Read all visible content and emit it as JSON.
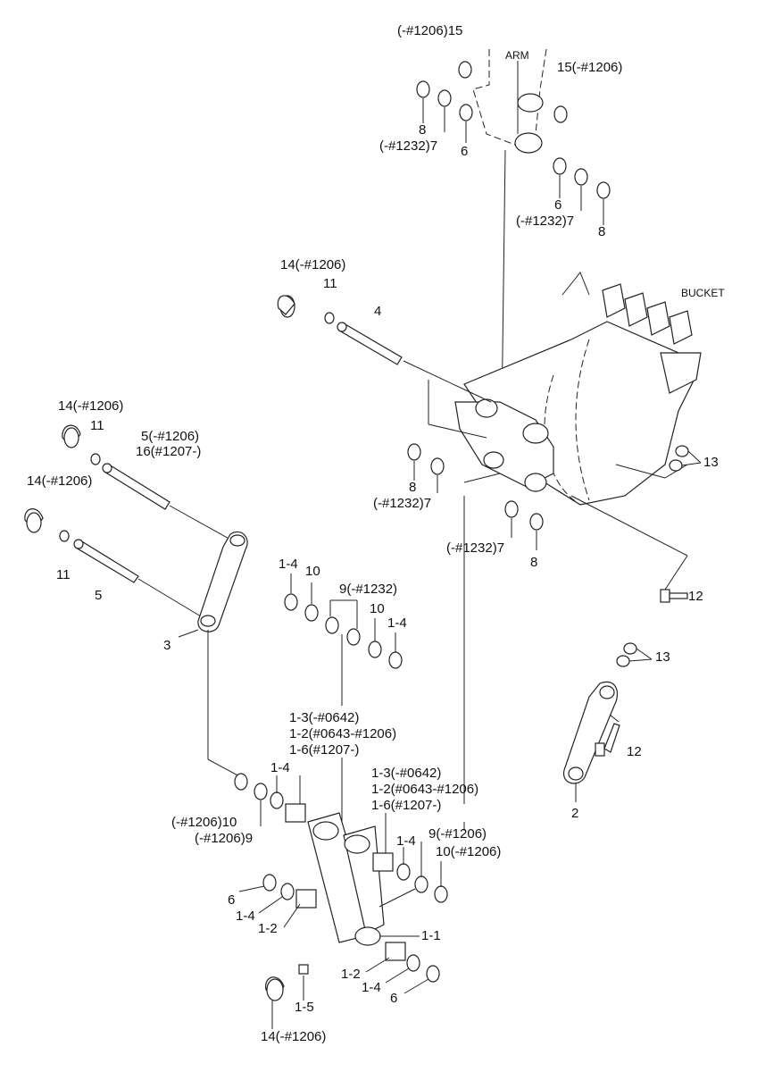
{
  "labels": {
    "arm": "ARM",
    "bucket": "BUCKET",
    "l_15_left": "(-#1206)15",
    "l_15_right": "15(-#1206)",
    "l_8_top": "8",
    "l_7_top": "(-#1232)7",
    "l_6_top": "6",
    "l_6_right": "6",
    "l_7_right": "(-#1232)7",
    "l_8_right": "8",
    "l_14_a": "14(-#1206)",
    "l_11_a": "11",
    "l_4": "4",
    "l_14_b": "14(-#1206)",
    "l_11_b": "11",
    "l_5_range": "5(-#1206)",
    "l_16": "16(#1207-)",
    "l_14_c": "14(-#1206)",
    "l_11_c": "11",
    "l_5": "5",
    "l_3": "3",
    "l_8_mid": "8",
    "l_7_mid": "(-#1232)7",
    "l_7_mid2": "(-#1232)7",
    "l_8_mid2": "8",
    "l_13_top": "13",
    "l_12_top": "12",
    "l_1_4_a": "1-4",
    "l_10_a": "10",
    "l_9_1232": "9(-#1232)",
    "l_10_b": "10",
    "l_1_4_b": "1-4",
    "l_1_3_a": "1-3(-#0642)",
    "l_1_2_a": "1-2(#0643-#1206)",
    "l_1_6_a": "1-6(#1207-)",
    "l_13_bot": "13",
    "l_12_bot": "12",
    "l_2": "2",
    "l_1_4_c": "1-4",
    "l_1_3_b": "1-3(-#0642)",
    "l_1_2_b": "1-2(#0643-#1206)",
    "l_1_6_b": "1-6(#1207-)",
    "l_10_1206": "(-#1206)10",
    "l_9_1206": "(-#1206)9",
    "l_1_4_d": "1-4",
    "l_9_1206_r": "9(-#1206)",
    "l_10_1206_r": "10(-#1206)",
    "l_6_bl": "6",
    "l_1_4_e": "1-4",
    "l_1_2_c": "1-2",
    "l_1_1": "1-1",
    "l_1_2_d": "1-2",
    "l_1_4_f": "1-4",
    "l_6_br": "6",
    "l_1_5": "1-5",
    "l_14_bot": "14(-#1206)"
  }
}
